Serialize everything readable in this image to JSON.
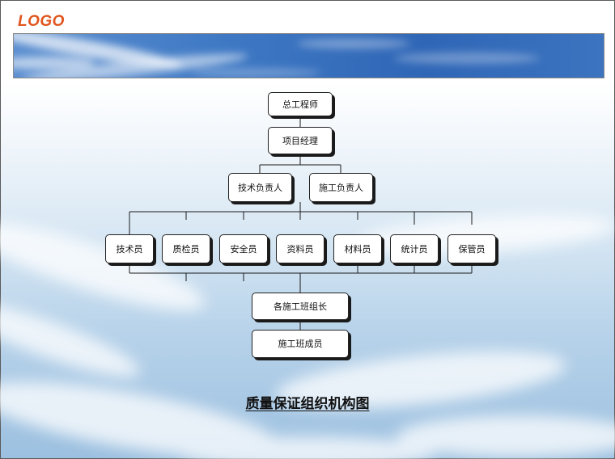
{
  "logo": {
    "text": "LOGO",
    "color": "#e0551d"
  },
  "chart": {
    "top": "总工程师",
    "manager": "项目经理",
    "leads": [
      "技术负责人",
      "施工负责人"
    ],
    "staff": [
      "技术员",
      "质检员",
      "安全员",
      "资料员",
      "材料员",
      "统计员",
      "保管员"
    ],
    "team_leader": "各施工班组长",
    "team_members": "施工班成员"
  },
  "caption": "质量保证组织机构图"
}
